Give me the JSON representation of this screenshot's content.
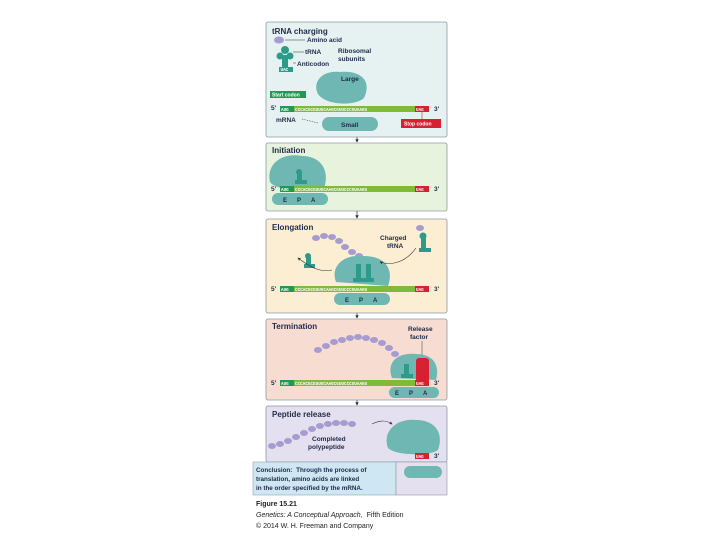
{
  "panels": {
    "charging": {
      "title": "tRNA charging",
      "amino_acid": "Amino acid",
      "trna": "tRNA",
      "anticodon": "Anticodon",
      "ribosomal_line1": "Ribosomal",
      "ribosomal_line2": "subunits",
      "large": "Large",
      "small": "Small",
      "start_codon": "Start codon",
      "stop_codon": "Stop codon",
      "mrna": "mRNA",
      "anticodon_seq": "UAC"
    },
    "initiation": {
      "title": "Initiation"
    },
    "elongation": {
      "title": "Elongation",
      "charged_line1": "Charged",
      "charged_line2": "tRNA"
    },
    "termination": {
      "title": "Termination",
      "release_line1": "Release",
      "release_line2": "factor"
    },
    "release": {
      "title": "Peptide release",
      "completed_line1": "Completed",
      "completed_line2": "polypeptide"
    }
  },
  "mrna": {
    "five_prime": "5'",
    "three_prime": "3'",
    "start": "AUG",
    "body": "CCCACGCGUUGCAAGCGUUCCCGUAAGG",
    "stop": "UAG"
  },
  "sites": {
    "e": "E",
    "p": "P",
    "a": "A"
  },
  "conclusion": {
    "line1_bold": "Conclusion:",
    "line1": "Through the process of",
    "line2": "translation, amino acids are linked",
    "line3": "in the order specified by the mRNA."
  },
  "caption": {
    "figure": "Figure 15.21",
    "title_italic": "Genetics: A Conceptual Approach,",
    "title_rest": "Fifth Edition",
    "copyright": "© 2014 W. H. Freeman and Company"
  },
  "colors": {
    "ribosome": "#6fb7b3",
    "trna": "#2e9b8a",
    "amino": "#a79bd0",
    "mrna": "#7fba3a",
    "start": "#1f9a55",
    "stop": "#d82033",
    "charging_bg": "#e6f2f1",
    "initiation_bg": "#e7f3dc",
    "elongation_bg": "#fbeed3",
    "termination_bg": "#f7dcd2",
    "release_bg": "#e5e0ef",
    "panel_border": "#8a9aa8"
  }
}
